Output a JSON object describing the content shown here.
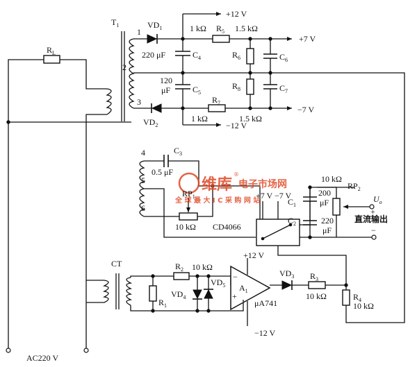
{
  "labels": {
    "T1": "T",
    "T1_sub": "1",
    "RL": "R",
    "RL_sub": "L",
    "ac220": "AC220 V",
    "pin1": "1",
    "pin2": "2",
    "pin3": "3",
    "pin4": "4",
    "pin5": "5",
    "pin6": "6",
    "VD1": "VD",
    "VD1_sub": "1",
    "VD2": "VD",
    "VD2_sub": "2",
    "plus12": "+12 V",
    "minus12": "−12 V",
    "plus7": "+7 V",
    "minus7": "−7 V",
    "R5_val": "1 kΩ",
    "R5": "R",
    "R5_sub": "5",
    "R6": "R",
    "R6_sub": "6",
    "R7": "R",
    "R7_sub": "7",
    "R7_val": "1 kΩ",
    "R8": "R",
    "R8_sub": "8",
    "r_top_15": "1.5 kΩ",
    "r_bot_15": "1.5 kΩ",
    "C4_val": "220 μF",
    "C4": "C",
    "C4_sub": "4",
    "C5_val1": "120",
    "C5_val2": "μF",
    "C5": "C",
    "C5_sub": "5",
    "C6": "C",
    "C6_sub": "6",
    "C7": "C",
    "C7_sub": "7",
    "C3": "C",
    "C3_sub": "3",
    "C3_val": "0.5 μF",
    "RP1": "RP",
    "RP1_sub": "1",
    "RP1_val": "10 kΩ",
    "CD4066": "CD4066",
    "supply_mid": "+7 V −7 V",
    "RP2_val": "10 kΩ",
    "RP2": "RP",
    "RP2_sub": "2",
    "C1": "C",
    "C1_sub": "1",
    "C1_val1": "200",
    "C1_val2": "μF",
    "C2": "C",
    "C2_sub": "2",
    "C2_val1": "220",
    "C2_val2": "μF",
    "Uo": "U",
    "Uo_sub": "o",
    "out_plus": "+",
    "out_minus": "−",
    "dc_out": "直流输出",
    "CT": "CT",
    "R2": "R",
    "R2_sub": "2",
    "R2_val": "10 kΩ",
    "R1": "R",
    "R1_sub": "1",
    "VD4": "VD",
    "VD4_sub": "4",
    "VD5": "VD",
    "VD5_sub": "5",
    "A1": "A",
    "A1_sub": "1",
    "op_minus": "−",
    "op_plus": "+",
    "ua741": "μA741",
    "op_plus12": "+12 V",
    "op_minus12": "−12 V",
    "VD3": "VD",
    "VD3_sub": "3",
    "R3": "R",
    "R3_sub": "3",
    "R3_val": "10 kΩ",
    "R4": "R",
    "R4_sub": "4",
    "R4_val": "10 kΩ"
  },
  "watermark": {
    "brand": "维库",
    "site": "电子市场网",
    "sub": "全 球 最 大 I C 采 购 网 站",
    "reg": "®",
    "color": "#e04a26"
  }
}
